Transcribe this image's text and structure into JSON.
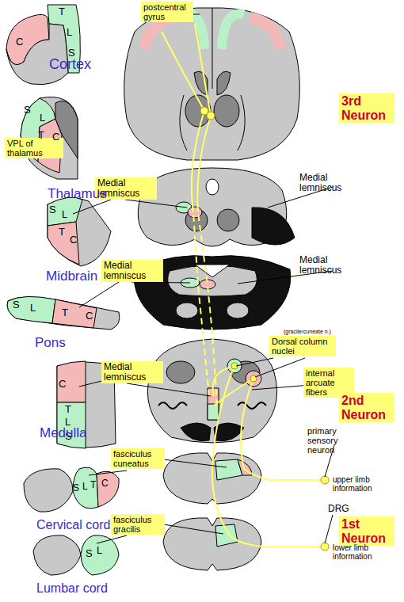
{
  "diagram": {
    "nodes": [
      {
        "text": [
          "postcentral gyrus"
        ]
      },
      {
        "text": [
          "3rd Neuron"
        ]
      },
      {
        "text": [
          "VPL of thalamus"
        ]
      },
      {
        "text": [
          "Medial lemniscus"
        ]
      },
      {
        "text": [
          "Medial lemniscus"
        ]
      },
      {
        "text": [
          "Dorsal column nuclei"
        ]
      },
      {
        "text": [
          "Medial lemniscus"
        ]
      },
      {
        "text": [
          "internal arcuate fibers"
        ]
      },
      {
        "text": [
          "2nd Neuron"
        ]
      },
      {
        "text": [
          "fasciculus cuneatus"
        ]
      },
      {
        "text": [
          "fasciculus gracilis"
        ]
      },
      {
        "text": [
          "1st Neuron"
        ]
      }
    ],
    "labels": [
      "C",
      "T",
      "L",
      "S",
      "Cortex",
      "S",
      "L",
      "T",
      "C",
      "Thalamus",
      "Medial lemniscus",
      "S",
      "L",
      "T",
      "C",
      "Midbrain",
      "Medial lemniscus",
      "S",
      "L",
      "T",
      "C",
      "Pons",
      "(gracile/cuneate n.)",
      "C",
      "T",
      "L",
      "S",
      "Medulla",
      "primary sensory neuron",
      "upper limb information",
      "S",
      "L",
      "T",
      "C",
      "Cervical cord",
      "DRG",
      "lower limb information",
      "S",
      "L",
      "Lumbar cord"
    ]
  }
}
